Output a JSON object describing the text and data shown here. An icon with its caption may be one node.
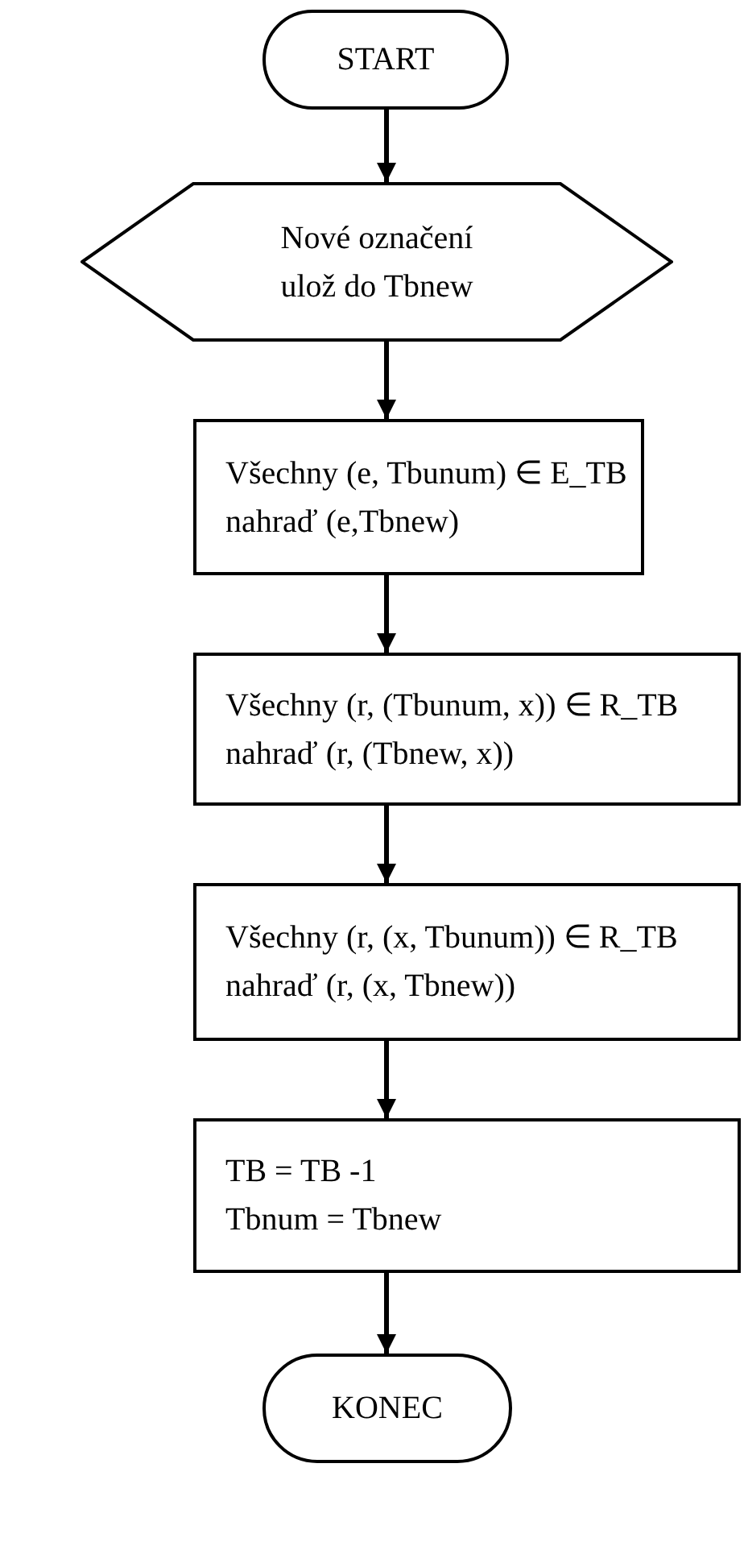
{
  "diagram": {
    "nodes": [
      {
        "text": [
          "START"
        ]
      },
      {
        "text": [
          "Nové označení ulož do Tbnew"
        ]
      },
      {
        "text": [
          "Všechny  (e, Tbunum) ∈ E_TB",
          "nahraď (e,Tbnew)"
        ]
      },
      {
        "text": [
          "Všechny  (r, (Tbunum, x)) ∈ R_TB",
          "nahraď (r, (Tbnew, x))"
        ]
      },
      {
        "text": [
          "Všechny  (r, (x, Tbunum)) ∈ R_TB",
          "nahraď (r, (x, Tbnew))"
        ]
      },
      {
        "text": [
          "TB = TB -1",
          "Tbnum = Tbnew"
        ]
      },
      {
        "text": [
          "KONEC"
        ]
      }
    ],
    "edges": [
      {
        "from": 0,
        "to": 1,
        "arrow": "to"
      },
      {
        "from": 1,
        "to": 2,
        "arrow": "to"
      },
      {
        "from": 2,
        "to": 3,
        "arrow": "to"
      },
      {
        "from": 3,
        "to": 4,
        "arrow": "to"
      },
      {
        "from": 4,
        "to": 5,
        "arrow": "to"
      },
      {
        "from": 5,
        "to": 6,
        "arrow": "to"
      }
    ]
  }
}
